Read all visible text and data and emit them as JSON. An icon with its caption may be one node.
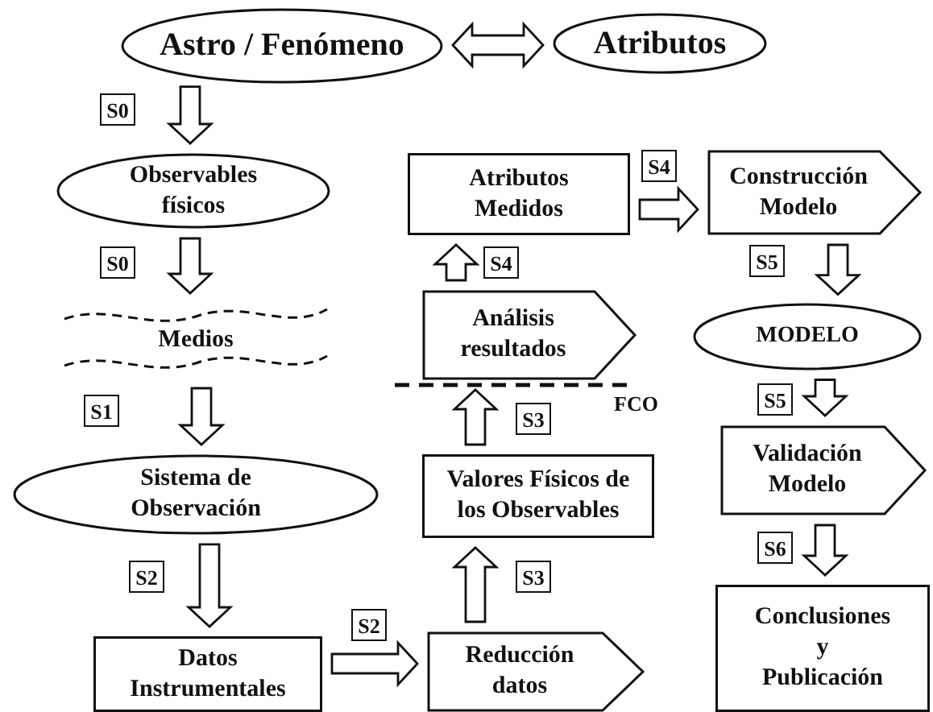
{
  "diagram": {
    "nodes": [
      {
        "text": [
          "Astro / Fenómeno"
        ]
      },
      {
        "text": [
          "Atributos"
        ]
      },
      {
        "text": [
          "Observables físicos"
        ]
      },
      {
        "text": [
          "Medios"
        ]
      },
      {
        "text": [
          "Sistema de Observación"
        ]
      },
      {
        "text": [
          "Datos Instrumentales"
        ]
      },
      {
        "text": [
          "Reducción datos"
        ]
      },
      {
        "text": [
          "Valores Físicos de los Observables"
        ]
      },
      {
        "text": [
          "Análisis resultados"
        ]
      },
      {
        "text": [
          "Atributos Medidos"
        ]
      },
      {
        "text": [
          "Construcción Modelo"
        ]
      },
      {
        "text": [
          "MODELO"
        ]
      },
      {
        "text": [
          "Validación Modelo"
        ]
      },
      {
        "text": [
          "Conclusiones y Publicación"
        ]
      }
    ],
    "edges": [
      {
        "from": 0,
        "to": 1,
        "arrow": "both"
      },
      {
        "from": 0,
        "to": 2,
        "arrow": "to",
        "label": "S0"
      },
      {
        "from": 2,
        "to": 3,
        "arrow": "to",
        "label": "S0"
      },
      {
        "from": 3,
        "to": 4,
        "arrow": "to",
        "label": "S1"
      },
      {
        "from": 4,
        "to": 5,
        "arrow": "to",
        "label": "S2"
      },
      {
        "from": 5,
        "to": 6,
        "arrow": "to",
        "label": "S2"
      },
      {
        "from": 6,
        "to": 7,
        "arrow": "to",
        "label": "S3"
      },
      {
        "from": 7,
        "to": 8,
        "arrow": "to",
        "label": "S3"
      },
      {
        "from": 8,
        "to": 9,
        "arrow": "to",
        "label": "S4"
      },
      {
        "from": 9,
        "to": 10,
        "arrow": "to",
        "label": "S4"
      },
      {
        "from": 10,
        "to": 11,
        "arrow": "to",
        "label": "S5"
      },
      {
        "from": 11,
        "to": 12,
        "arrow": "to",
        "label": "S5"
      },
      {
        "from": 12,
        "to": 13,
        "arrow": "to",
        "label": "S6"
      }
    ],
    "labels": [
      "FCO"
    ]
  }
}
